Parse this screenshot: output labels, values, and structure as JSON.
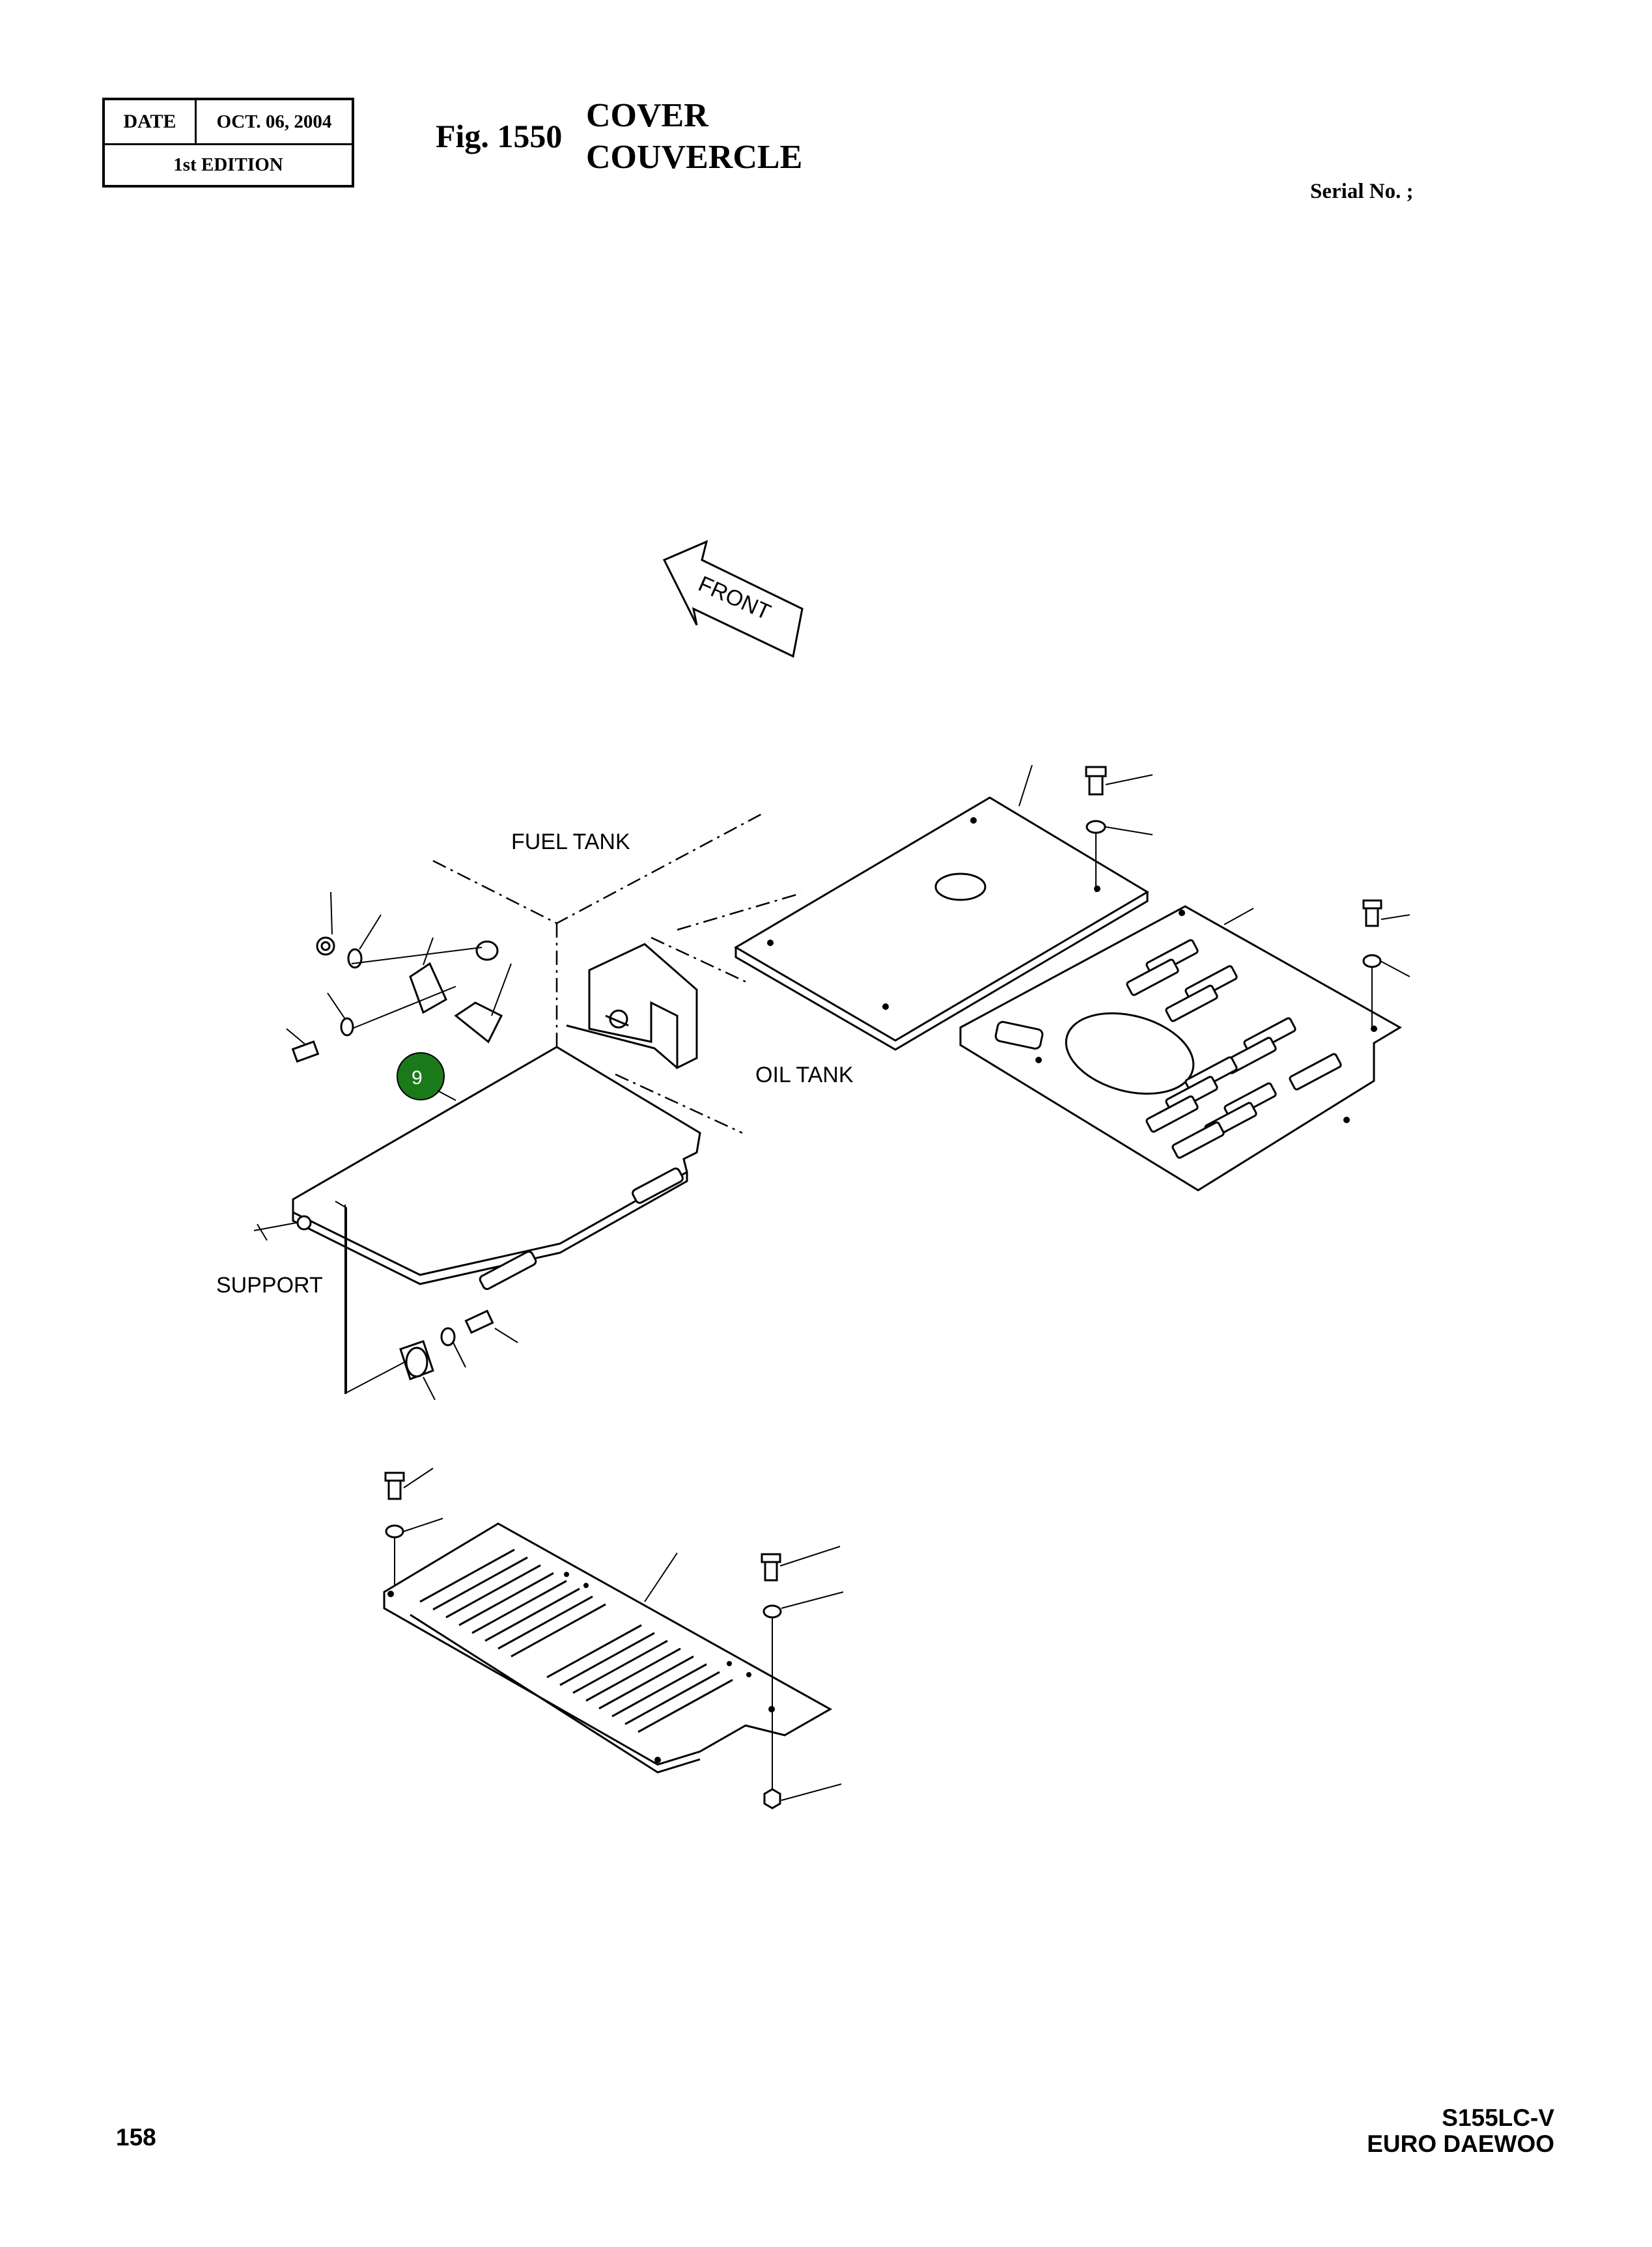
{
  "header": {
    "date_label": "DATE",
    "date_value": "OCT. 06, 2004",
    "edition": "1st EDITION",
    "fig_number": "Fig. 1550",
    "title_en": "COVER",
    "title_fr": "COUVERCLE",
    "serial": "Serial No. ;"
  },
  "diagram": {
    "front_label": "FRONT",
    "fuel_tank_label": "FUEL TANK",
    "oil_tank_label": "OIL TANK",
    "support_label": "SUPPORT",
    "callout_number": "9",
    "callout_color": "#1a7a1a"
  },
  "footer": {
    "page_number": "158",
    "model": "S155LC-V",
    "brand": "EURO DAEWOO"
  }
}
